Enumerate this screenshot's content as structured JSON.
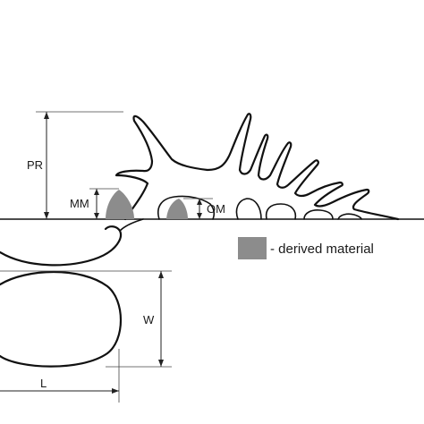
{
  "labels": {
    "pr": "PR",
    "mm": "MM",
    "om": "OM",
    "w": "W",
    "l": "L"
  },
  "legend": {
    "text": "- derived material",
    "swatch_color": "#8c8c8c"
  },
  "colors": {
    "line": "#111111",
    "derived_material": "#8c8c8c"
  }
}
